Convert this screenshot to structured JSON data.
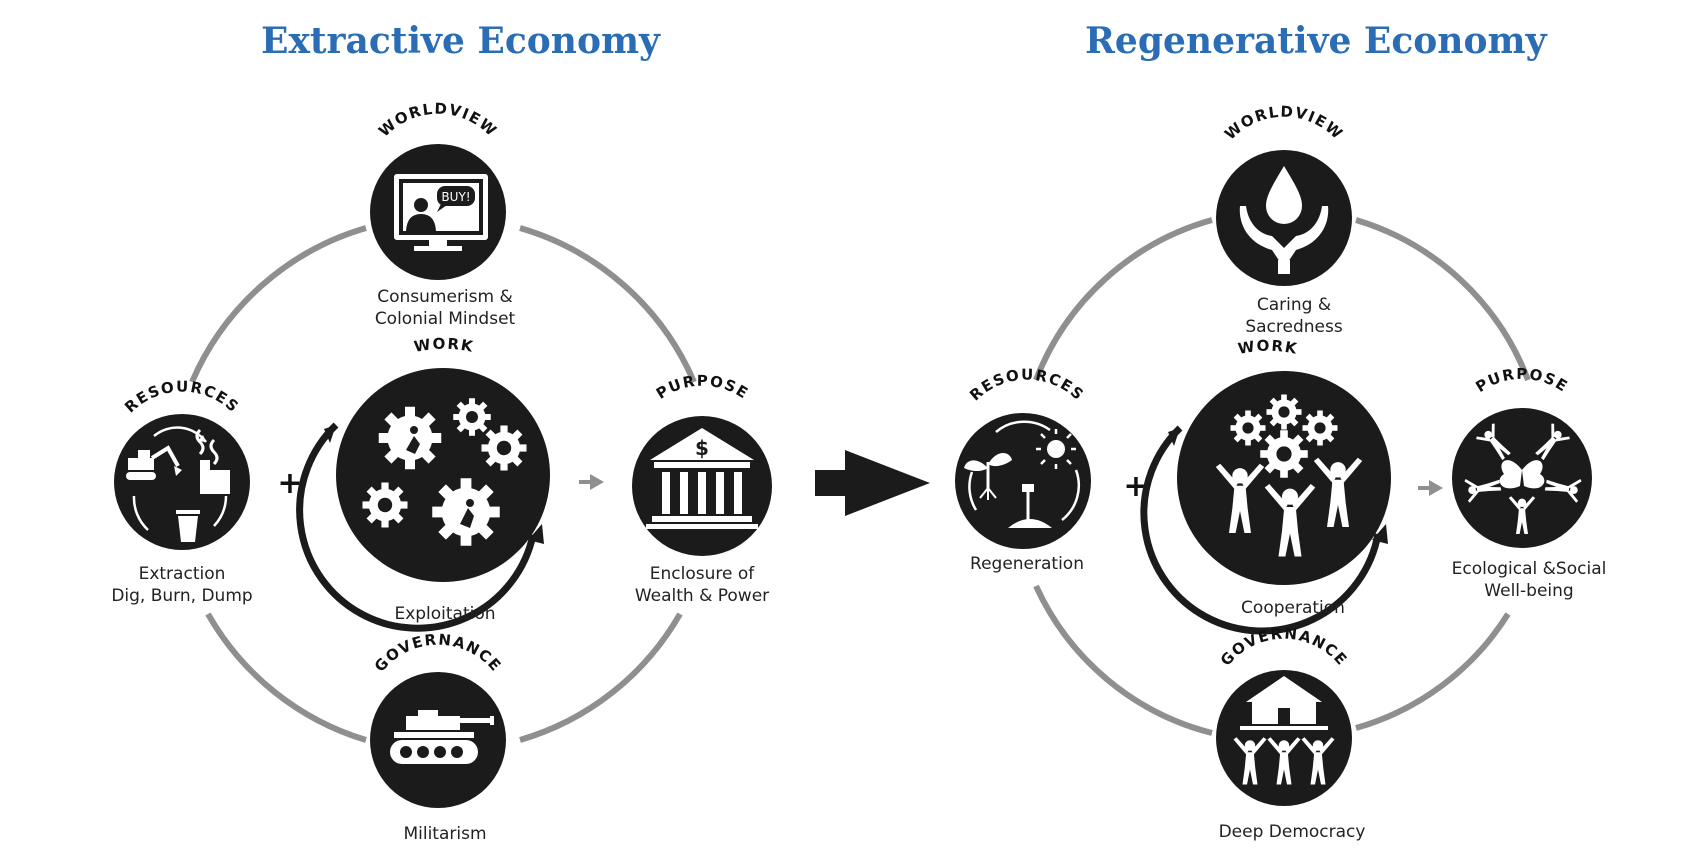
{
  "colors": {
    "title": "#2a6db5",
    "ring": "#8f8f8f",
    "icon_bg": "#1b1b1b",
    "icon_fg": "#ffffff"
  },
  "left": {
    "title": "Extractive Economy",
    "worldview": {
      "label": "WORLDVIEW",
      "caption_1": "Consumerism &",
      "caption_2": "Colonial Mindset",
      "screen_text": "BUY!",
      "icon": "tv-salesman-icon"
    },
    "resources": {
      "label": "RESOURCES",
      "caption_1": "Extraction",
      "caption_2": "Dig, Burn, Dump",
      "icon": "excavator-factory-trash-icon"
    },
    "work": {
      "label": "WORK",
      "caption_1": "Exploitation",
      "icon": "gears-workers-icon"
    },
    "purpose": {
      "label": "PURPOSE",
      "caption_1": "Enclosure of",
      "caption_2": "Wealth & Power",
      "icon": "bank-dollar-icon"
    },
    "governance": {
      "label": "GOVERNANCE",
      "caption_1": "Militarism",
      "icon": "tank-icon"
    }
  },
  "right": {
    "title": "Regenerative Economy",
    "worldview": {
      "label": "WORLDVIEW",
      "caption_1": "Caring &",
      "caption_2": "Sacredness",
      "icon": "hands-water-drop-icon"
    },
    "resources": {
      "label": "RESOURCES",
      "caption_1": "Regeneration",
      "icon": "sprout-sun-shovel-icon"
    },
    "work": {
      "label": "WORK",
      "caption_1": "Cooperation",
      "icon": "gears-people-icon"
    },
    "purpose": {
      "label": "PURPOSE",
      "caption_1": "Ecological &Social",
      "caption_2": "Well-being",
      "icon": "people-butterfly-icon"
    },
    "governance": {
      "label": "GOVERNANCE",
      "caption_1": "Deep Democracy",
      "icon": "people-lifting-house-icon"
    }
  },
  "symbols": {
    "plus": "+"
  }
}
